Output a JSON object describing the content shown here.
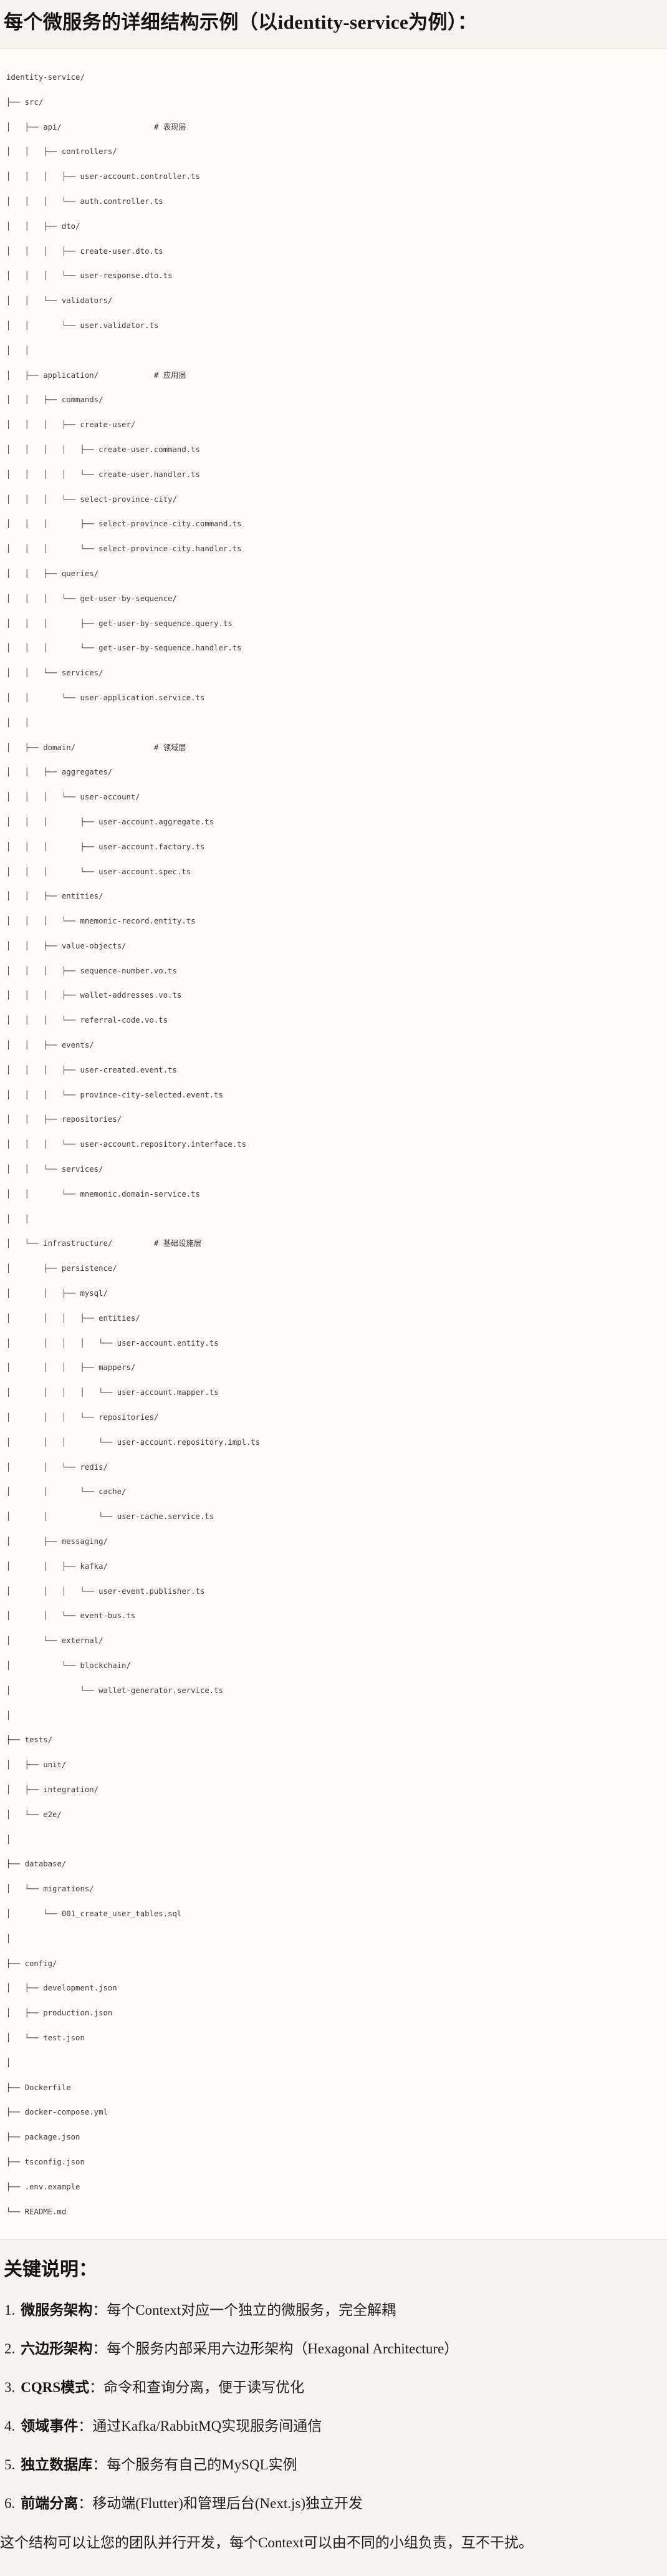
{
  "page": {
    "title": "每个微服务的详细结构示例（以identity-service为例）：",
    "tree_lines": [
      "identity-service/",
      "├── src/",
      "│   ├── api/                    # 表现层",
      "│   │   ├── controllers/",
      "│   │   │   ├── user-account.controller.ts",
      "│   │   │   └── auth.controller.ts",
      "│   │   ├── dto/",
      "│   │   │   ├── create-user.dto.ts",
      "│   │   │   └── user-response.dto.ts",
      "│   │   └── validators/",
      "│   │       └── user.validator.ts",
      "│   │",
      "│   ├── application/            # 应用层",
      "│   │   ├── commands/",
      "│   │   │   ├── create-user/",
      "│   │   │   │   ├── create-user.command.ts",
      "│   │   │   │   └── create-user.handler.ts",
      "│   │   │   └── select-province-city/",
      "│   │   │       ├── select-province-city.command.ts",
      "│   │   │       └── select-province-city.handler.ts",
      "│   │   ├── queries/",
      "│   │   │   └── get-user-by-sequence/",
      "│   │   │       ├── get-user-by-sequence.query.ts",
      "│   │   │       └── get-user-by-sequence.handler.ts",
      "│   │   └── services/",
      "│   │       └── user-application.service.ts",
      "│   │",
      "│   ├── domain/                 # 领域层",
      "│   │   ├── aggregates/",
      "│   │   │   └── user-account/",
      "│   │   │       ├── user-account.aggregate.ts",
      "│   │   │       ├── user-account.factory.ts",
      "│   │   │       └── user-account.spec.ts",
      "│   │   ├── entities/",
      "│   │   │   └── mnemonic-record.entity.ts",
      "│   │   ├── value-objects/",
      "│   │   │   ├── sequence-number.vo.ts",
      "│   │   │   ├── wallet-addresses.vo.ts",
      "│   │   │   └── referral-code.vo.ts",
      "│   │   ├── events/",
      "│   │   │   ├── user-created.event.ts",
      "│   │   │   └── province-city-selected.event.ts",
      "│   │   ├── repositories/",
      "│   │   │   └── user-account.repository.interface.ts",
      "│   │   └── services/",
      "│   │       └── mnemonic.domain-service.ts",
      "│   │",
      "│   └── infrastructure/         # 基础设施层",
      "│       ├── persistence/",
      "│       │   ├── mysql/",
      "│       │   │   ├── entities/",
      "│       │   │   │   └── user-account.entity.ts",
      "│       │   │   ├── mappers/",
      "│       │   │   │   └── user-account.mapper.ts",
      "│       │   │   └── repositories/",
      "│       │   │       └── user-account.repository.impl.ts",
      "│       │   └── redis/",
      "│       │       └── cache/",
      "│       │           └── user-cache.service.ts",
      "│       ├── messaging/",
      "│       │   ├── kafka/",
      "│       │   │   └── user-event.publisher.ts",
      "│       │   └── event-bus.ts",
      "│       └── external/",
      "│           └── blockchain/",
      "│               └── wallet-generator.service.ts",
      "│",
      "├── tests/",
      "│   ├── unit/",
      "│   ├── integration/",
      "│   └── e2e/",
      "│",
      "├── database/",
      "│   └── migrations/",
      "│       └── 001_create_user_tables.sql",
      "│",
      "├── config/",
      "│   ├── development.json",
      "│   ├── production.json",
      "│   └── test.json",
      "│",
      "├── Dockerfile",
      "├── docker-compose.yml",
      "├── package.json",
      "├── tsconfig.json",
      "├── .env.example",
      "└── README.md"
    ],
    "notes_heading": "关键说明：",
    "notes": [
      {
        "num": "1.",
        "term": "微服务架构",
        "text": "：每个Context对应一个独立的微服务，完全解耦"
      },
      {
        "num": "2.",
        "term": "六边形架构",
        "text": "：每个服务内部采用六边形架构（Hexagonal Architecture）"
      },
      {
        "num": "3.",
        "term": "CQRS模式",
        "text": "：命令和查询分离，便于读写优化"
      },
      {
        "num": "4.",
        "term": "领域事件",
        "text": "：通过Kafka/RabbitMQ实现服务间通信"
      },
      {
        "num": "5.",
        "term": "独立数据库",
        "text": "：每个服务有自己的MySQL实例"
      },
      {
        "num": "6.",
        "term": "前端分离",
        "text": "：移动端(Flutter)和管理后台(Next.js)独立开发"
      }
    ],
    "closing": "这个结构可以让您的团队并行开发，每个Context可以由不同的小组负责，互不干扰。",
    "colors": {
      "page_bg": "#f5f3eb",
      "code_bg": "#fcfbf8",
      "code_border": "#e5e2d6",
      "heading_text": "#131211",
      "body_text": "#201f1c",
      "tree_text": "#3f3e39"
    }
  }
}
